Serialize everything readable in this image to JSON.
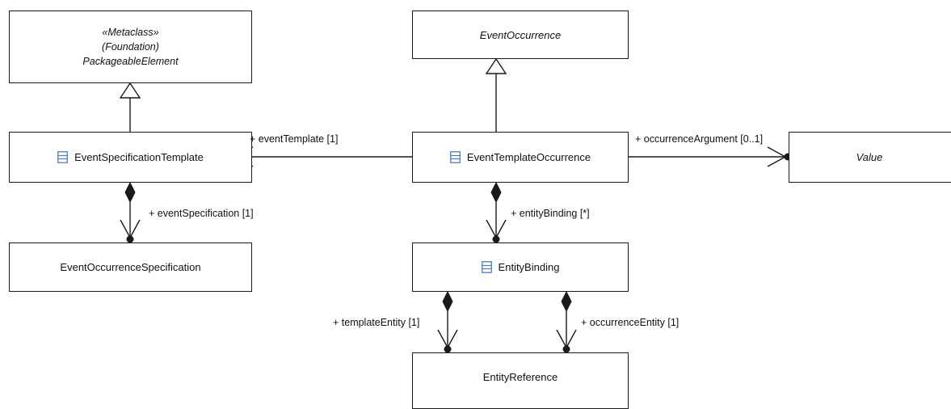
{
  "classes": {
    "packageable_element": {
      "stereotype": "«Metaclass»",
      "package": "(Foundation)",
      "name": "PackageableElement"
    },
    "event_occurrence": {
      "name": "EventOccurrence"
    },
    "event_specification_template": {
      "name": "EventSpecificationTemplate",
      "icon": "class-icon"
    },
    "event_template_occurrence": {
      "name": "EventTemplateOccurrence",
      "icon": "class-icon"
    },
    "value": {
      "name": "Value"
    },
    "event_occurrence_specification": {
      "name": "EventOccurrenceSpecification"
    },
    "entity_binding": {
      "name": "EntityBinding",
      "icon": "class-icon"
    },
    "entity_reference": {
      "name": "EntityReference"
    }
  },
  "associations": {
    "event_template": "+ eventTemplate [1]",
    "occurrence_argument": "+ occurrenceArgument [0..1]",
    "event_specification": "+ eventSpecification [1]",
    "entity_binding": "+ entityBinding [*]",
    "template_entity": "+ templateEntity [1]",
    "occurrence_entity": "+ occurrenceEntity [1]"
  },
  "colors": {
    "line": "#1a1a1a",
    "class_icon": "#4a7fc0"
  }
}
